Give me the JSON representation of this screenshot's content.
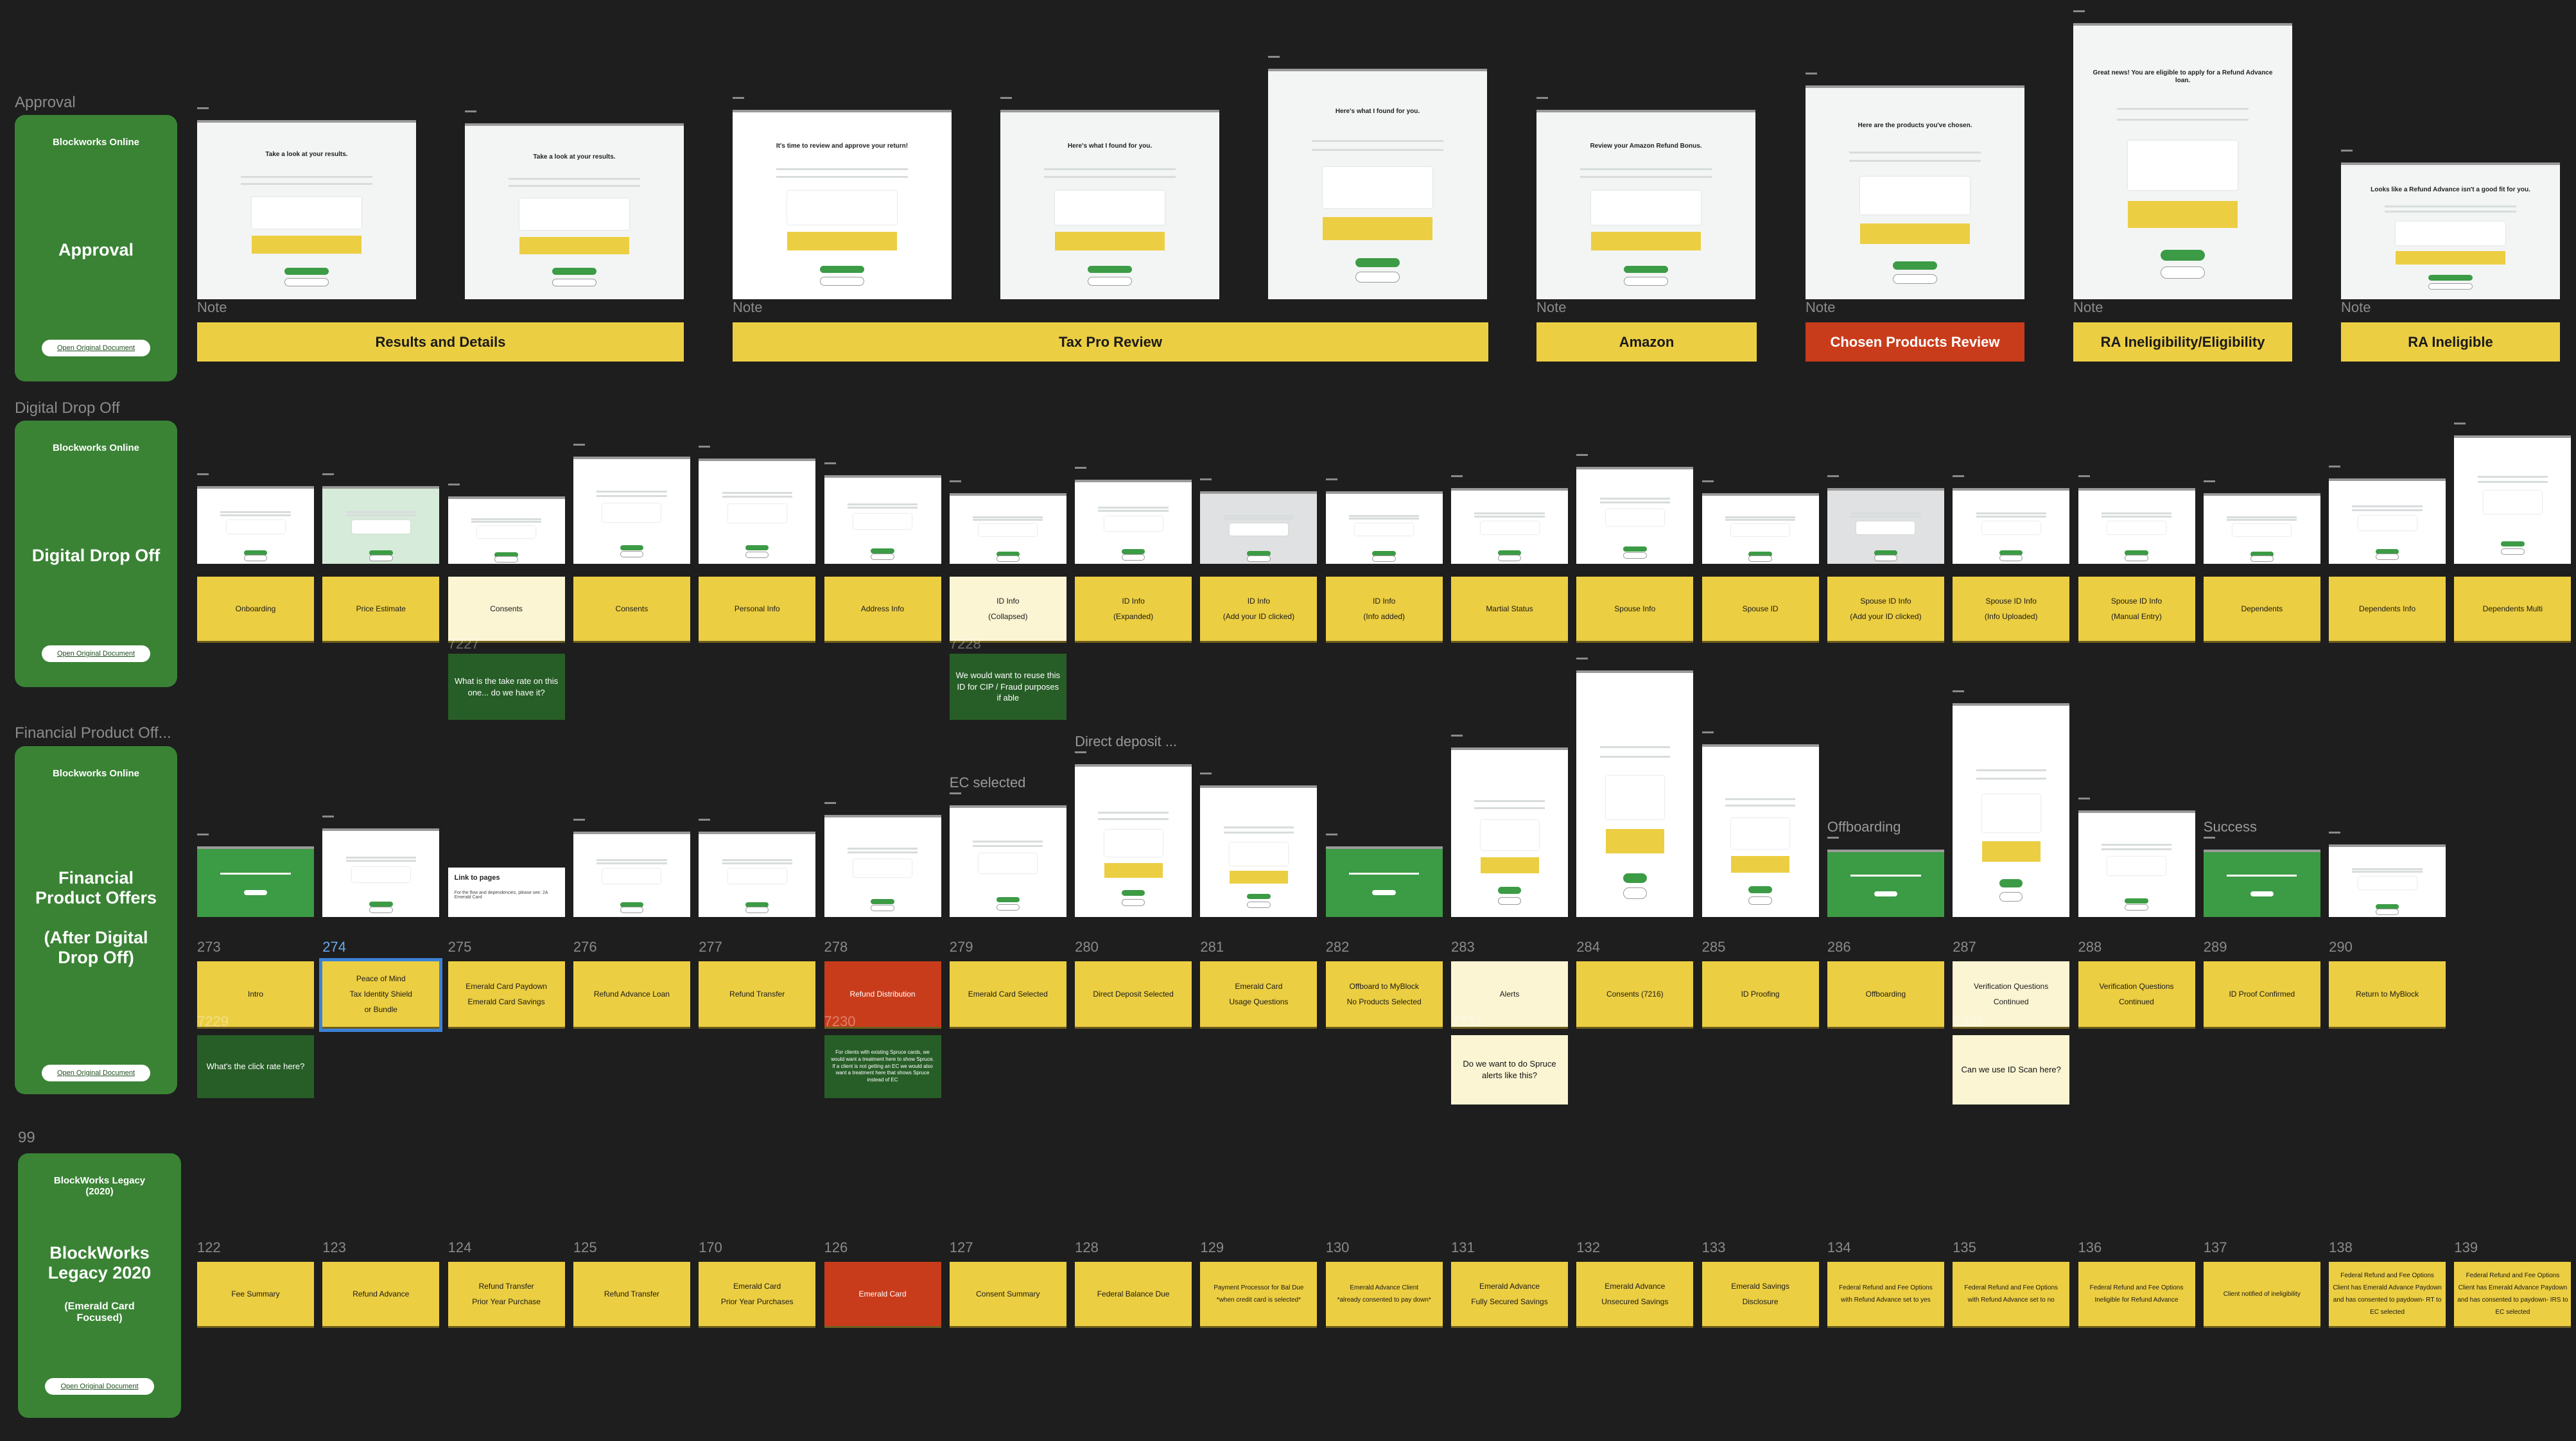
{
  "colors": {
    "canvas": "#1e1e1e",
    "section_card": "#3a8335",
    "sticky_yellow": "#ecce42",
    "sticky_red": "#c93c1b",
    "sticky_cream": "#fbf5d3",
    "comment_green": "#275e27",
    "selection": "#3b82d6"
  },
  "sections": {
    "approval": {
      "label": "Approval",
      "card": {
        "brand": "Blockworks Online",
        "title": "Approval",
        "button": "Open Original Document"
      },
      "screens": [
        {
          "headline": "Take a look at your results."
        },
        {
          "headline": "Take a look at your results."
        },
        {
          "headline": "It's time to review and approve your return!"
        },
        {
          "headline": "Here's what I found for you."
        },
        {
          "headline": "Here's what I found for you."
        },
        {
          "headline": "Review your Amazon Refund Bonus."
        },
        {
          "headline": "Here are the products you've chosen."
        },
        {
          "headline": "Great news! You are eligible to apply for a Refund Advance loan."
        },
        {
          "headline": "Looks like a Refund Advance isn't a good fit for you."
        }
      ],
      "note_label": "Note",
      "bars": [
        {
          "label": "Results and Details",
          "color": "yellow"
        },
        {
          "label": "Tax Pro Review",
          "color": "yellow"
        },
        {
          "label": "Amazon",
          "color": "yellow"
        },
        {
          "label": "Chosen Products Review",
          "color": "red"
        },
        {
          "label": "RA Ineligibility/Eligibility",
          "color": "yellow"
        },
        {
          "label": "RA Ineligible",
          "color": "yellow"
        }
      ]
    },
    "digital_drop_off": {
      "label": "Digital Drop Off",
      "card": {
        "brand": "Blockworks Online",
        "title": "Digital Drop Off",
        "button": "Open Original Document"
      },
      "stickies": [
        {
          "label": "Onboarding",
          "color": "yellow"
        },
        {
          "label": "Price Estimate",
          "color": "yellow"
        },
        {
          "label": "Consents",
          "color": "cream"
        },
        {
          "label": "Consents",
          "color": "yellow"
        },
        {
          "label": "Personal Info",
          "color": "yellow"
        },
        {
          "label": "Address Info",
          "color": "yellow"
        },
        {
          "label": "ID Info\n(Collapsed)",
          "color": "cream"
        },
        {
          "label": "ID Info\n(Expanded)",
          "color": "yellow"
        },
        {
          "label": "ID Info\n(Add your ID clicked)",
          "color": "yellow"
        },
        {
          "label": "ID Info\n(Info added)",
          "color": "yellow"
        },
        {
          "label": "Martial Status",
          "color": "yellow"
        },
        {
          "label": "Spouse Info",
          "color": "yellow"
        },
        {
          "label": "Spouse ID",
          "color": "yellow"
        },
        {
          "label": "Spouse ID Info\n(Add your ID clicked)",
          "color": "yellow"
        },
        {
          "label": "Spouse ID Info\n(Info Uploaded)",
          "color": "yellow"
        },
        {
          "label": "Spouse ID Info\n(Manual Entry)",
          "color": "yellow"
        },
        {
          "label": "Dependents",
          "color": "yellow"
        },
        {
          "label": "Dependents Info",
          "color": "yellow"
        },
        {
          "label": "Dependents Multi",
          "color": "yellow"
        }
      ],
      "comments": [
        {
          "column": 2,
          "id": "7227",
          "text": "What is the take rate on this one... do we have it?",
          "color": "green"
        },
        {
          "column": 6,
          "id": "7228",
          "text": "We would want to reuse this ID for CIP / Fraud purposes if able",
          "color": "green"
        }
      ]
    },
    "financial_product_offers": {
      "label": "Financial Product Off...",
      "card": {
        "brand": "Blockworks Online",
        "title": "Financial\nProduct Offers\n\n(After Digital\nDrop Off)",
        "button": "Open Original Document"
      },
      "groups": [
        {
          "column": 6,
          "label": "EC selected"
        },
        {
          "column": 7,
          "label": "Direct deposit ..."
        },
        {
          "column": 13,
          "label": "Offboarding"
        },
        {
          "column": 16,
          "label": "Success"
        }
      ],
      "link_note": {
        "title": "Link to pages",
        "body": "For the flow and dependencies, please see: 2A Emerald Card"
      },
      "stickies": [
        {
          "number": "273",
          "label": "Intro",
          "color": "yellow"
        },
        {
          "number": "274",
          "label": "Peace of Mind\nTax Identity Shield\nor Bundle",
          "color": "yellow",
          "selected": true
        },
        {
          "number": "275",
          "label": "Emerald Card Paydown\nEmerald Card Savings",
          "color": "yellow"
        },
        {
          "number": "276",
          "label": "Refund Advance Loan",
          "color": "yellow"
        },
        {
          "number": "277",
          "label": "Refund Transfer",
          "color": "yellow"
        },
        {
          "number": "278",
          "label": "Refund Distribution",
          "color": "red"
        },
        {
          "number": "279",
          "label": "Emerald Card Selected",
          "color": "yellow"
        },
        {
          "number": "280",
          "label": "Direct Deposit Selected",
          "color": "yellow"
        },
        {
          "number": "281",
          "label": "Emerald Card\nUsage Questions",
          "color": "yellow"
        },
        {
          "number": "282",
          "label": "Offboard to MyBlock\nNo Products Selected",
          "color": "yellow"
        },
        {
          "number": "283",
          "label": "Alerts",
          "color": "cream"
        },
        {
          "number": "284",
          "label": "Consents (7216)",
          "color": "yellow"
        },
        {
          "number": "285",
          "label": "ID Proofing",
          "color": "yellow"
        },
        {
          "number": "286",
          "label": "Offboarding",
          "color": "yellow"
        },
        {
          "number": "287",
          "label": "Verification Questions\nContinued",
          "color": "cream"
        },
        {
          "number": "288",
          "label": "Verification Questions\nContinued",
          "color": "yellow"
        },
        {
          "number": "289",
          "label": "ID Proof Confirmed",
          "color": "yellow"
        },
        {
          "number": "290",
          "label": "Return to MyBlock",
          "color": "yellow"
        }
      ],
      "comments": [
        {
          "column": 0,
          "id": "7229",
          "text": "What's the click rate here?",
          "color": "green"
        },
        {
          "column": 5,
          "id": "7230",
          "text": "For clients with existing Spruce cards, we would want a treatment here to show Spruce. If a client is not getting an EC we would also want a treatment here that shows Spruce instead of EC",
          "color": "green"
        },
        {
          "column": 10,
          "id": "7231",
          "text": "Do we want to do Spruce alerts like this?",
          "color": "cream"
        },
        {
          "column": 14,
          "id": "7232",
          "text": "Can we use ID Scan here?",
          "color": "cream"
        }
      ]
    },
    "legacy": {
      "label": "99",
      "card": {
        "brand": "BlockWorks Legacy\n(2020)",
        "title": "BlockWorks\nLegacy 2020",
        "subtitle": "(Emerald Card\nFocused)",
        "button": "Open Original Document"
      },
      "stickies": [
        {
          "number": "122",
          "label": "Fee Summary",
          "color": "yellow"
        },
        {
          "number": "123",
          "label": "Refund Advance",
          "color": "yellow"
        },
        {
          "number": "124",
          "label": "Refund Transfer\nPrior Year Purchase",
          "color": "yellow"
        },
        {
          "number": "125",
          "label": "Refund Transfer",
          "color": "yellow"
        },
        {
          "number": "170",
          "label": "Emerald Card\nPrior Year Purchases",
          "color": "yellow"
        },
        {
          "number": "126",
          "label": "Emerald Card",
          "color": "red"
        },
        {
          "number": "127",
          "label": "Consent Summary",
          "color": "yellow"
        },
        {
          "number": "128",
          "label": "Federal Balance Due",
          "color": "yellow"
        },
        {
          "number": "129",
          "label": "Payment Processor for Bal Due\n*when credit card is selected*",
          "color": "yellow",
          "small": true
        },
        {
          "number": "130",
          "label": "Emerald Advance Client\n*already consented to pay down*",
          "color": "yellow",
          "small": true
        },
        {
          "number": "131",
          "label": "Emerald Advance\nFully Secured Savings",
          "color": "yellow"
        },
        {
          "number": "132",
          "label": "Emerald Advance\nUnsecured Savings",
          "color": "yellow"
        },
        {
          "number": "133",
          "label": "Emerald Savings\nDisclosure",
          "color": "yellow"
        },
        {
          "number": "134",
          "label": "Federal Refund and Fee Options\nwith Refund Advance set to yes",
          "color": "yellow",
          "small": true
        },
        {
          "number": "135",
          "label": "Federal Refund and Fee Options\nwith Refund Advance set to no",
          "color": "yellow",
          "small": true
        },
        {
          "number": "136",
          "label": "Federal Refund and Fee Options\nIneligible for Refund Advance",
          "color": "yellow",
          "small": true
        },
        {
          "number": "137",
          "label": "Client notified of ineligibility",
          "color": "yellow",
          "small": true
        },
        {
          "number": "138",
          "label": "Federal Refund and Fee Options\nClient has Emerald Advance Paydown and has consented to paydown- RT to EC selected",
          "color": "yellow",
          "small": true
        },
        {
          "number": "139",
          "label": "Federal Refund and Fee Options\nClient has Emerald Advance Paydown and has consented to paydown- IRS to EC selected",
          "color": "yellow",
          "small": true
        }
      ]
    }
  }
}
